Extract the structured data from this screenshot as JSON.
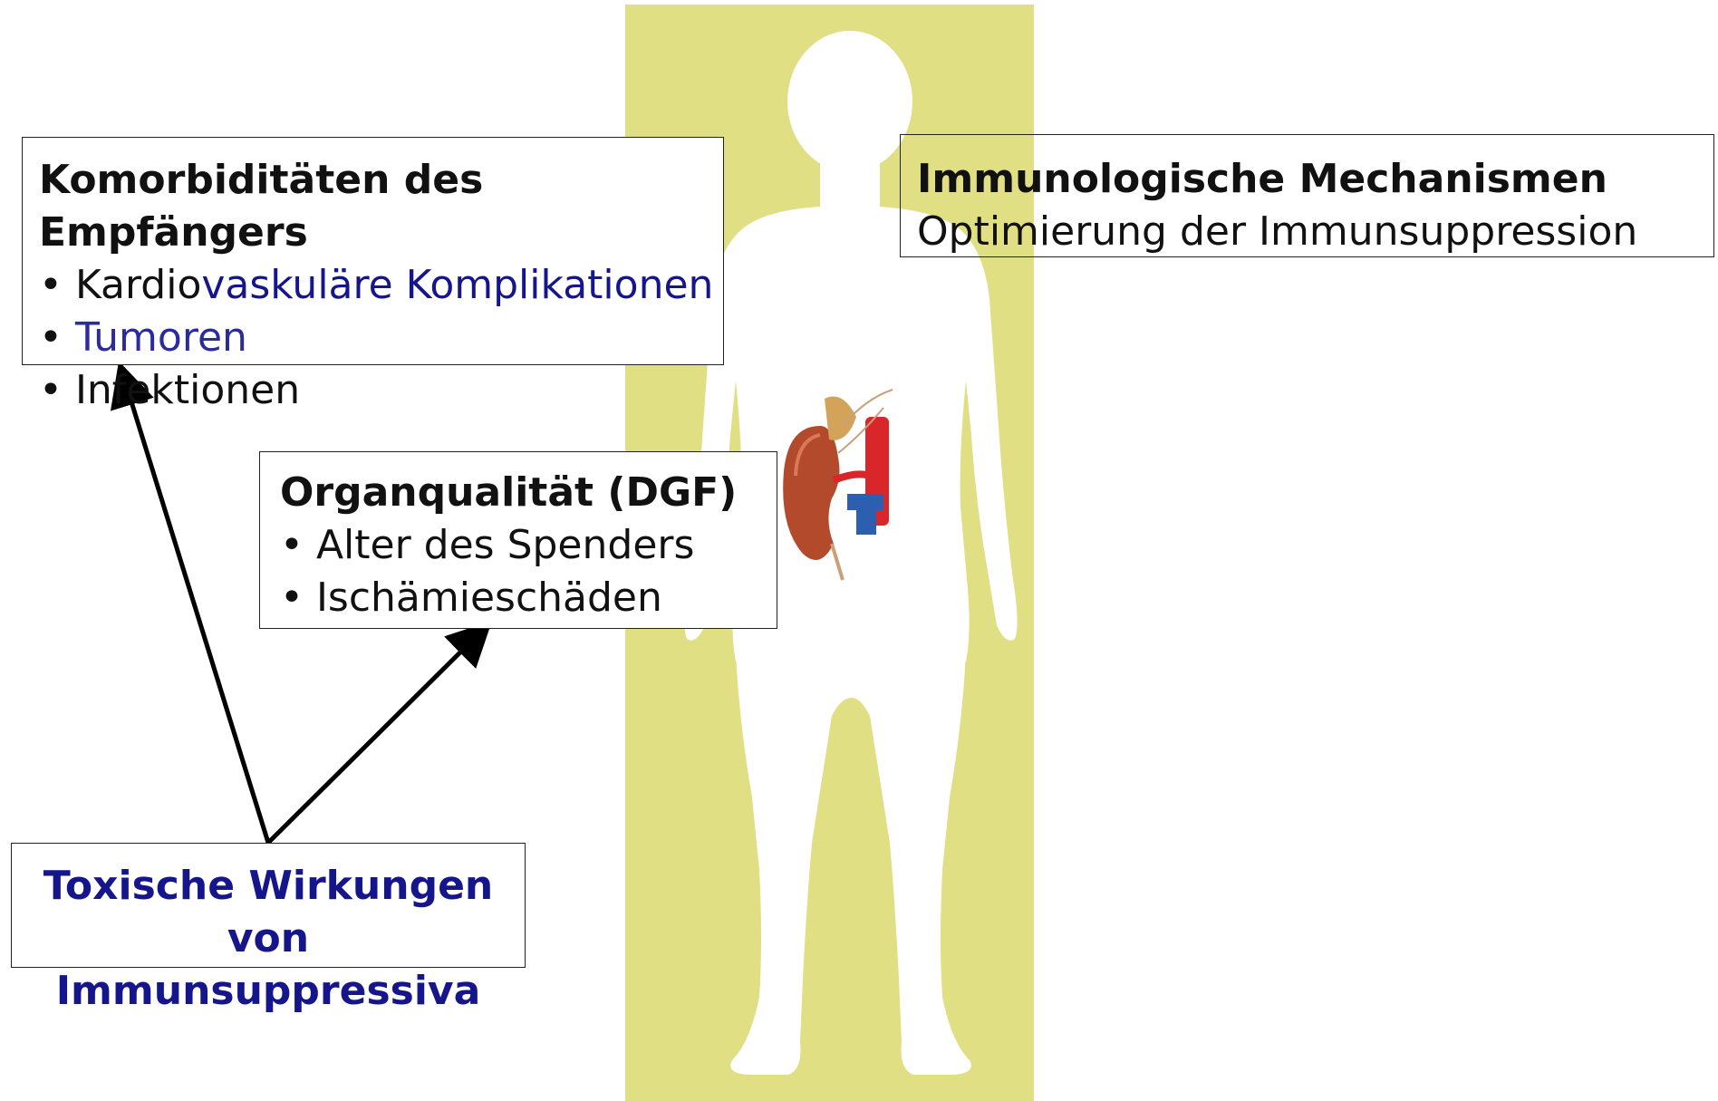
{
  "diagram": {
    "colors": {
      "background_column": "#e1df84",
      "body_silhouette": "#ffffff",
      "box_border": "#222222",
      "blue_text": "#16168c",
      "arrow": "#000000",
      "kidney": "#b34a2c",
      "vessel_red": "#d8262a",
      "vessel_blue": "#2d5fb0"
    },
    "icons": [
      "human-body-silhouette",
      "kidney-transplant-illustration"
    ],
    "boxes": {
      "komorbid": {
        "title": "Komorbiditäten des Empfängers",
        "item1_prefix": "• Kardio",
        "item1_blue": "vaskuläre Komplikationen",
        "item2_prefix": "• ",
        "item2_blue": "Tumoren",
        "item3": "• Infektionen"
      },
      "immuno": {
        "title": "Immunologische Mechanismen",
        "line": "Optimierung der Immunsuppression"
      },
      "organ": {
        "title": "Organqualität (DGF)",
        "item1": "• Alter des Spenders",
        "item2": "• Ischämieschäden"
      },
      "tox": {
        "line1": "Toxische Wirkungen",
        "line2": "von Immunsuppressiva"
      }
    }
  }
}
